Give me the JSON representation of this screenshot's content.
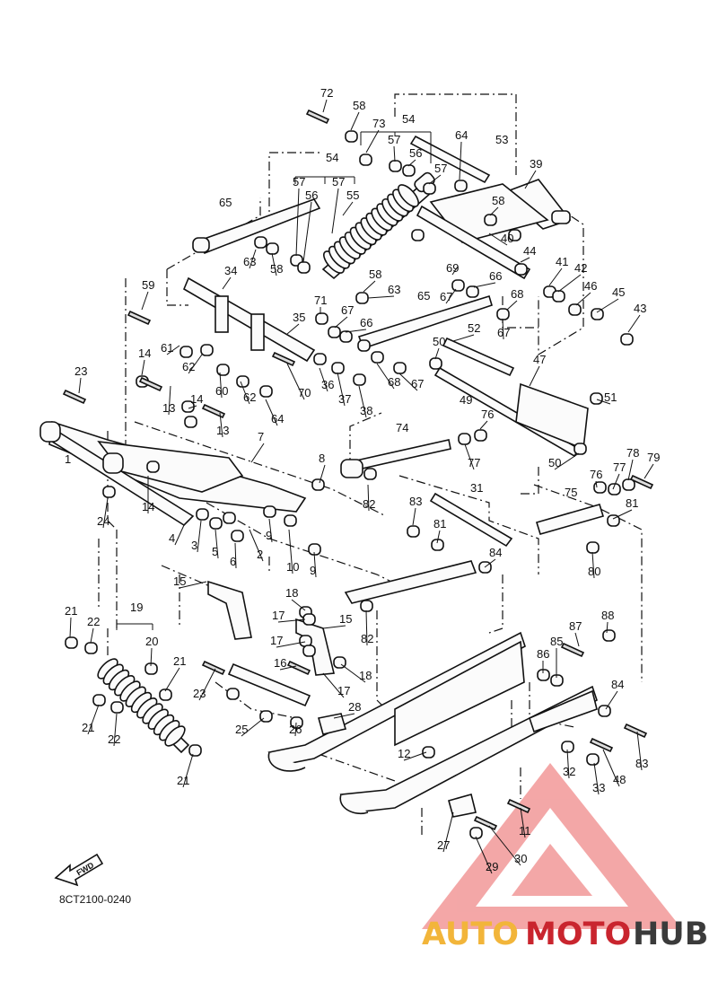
{
  "drawing_code": "8CT2100-0240",
  "fwd_label": "FWD",
  "watermark": {
    "word_a": "AUTO",
    "word_b": "MOTO",
    "word_c": "HUB",
    "colors": {
      "a": "#f2b53a",
      "b": "#c9252e",
      "c": "#3b3b3b",
      "triangle": "#f08a8a"
    }
  },
  "callouts": {
    "c1": "1",
    "c2": "2",
    "c3": "3",
    "c4": "4",
    "c5": "5",
    "c6": "6",
    "c7": "7",
    "c8": "8",
    "c9": "9",
    "c10": "10",
    "c11": "11",
    "c12": "12",
    "c13": "13",
    "c14": "14",
    "c15": "15",
    "c16": "16",
    "c17": "17",
    "c18": "18",
    "c19": "19",
    "c20": "20",
    "c21": "21",
    "c22": "22",
    "c23": "23",
    "c24": "24",
    "c25": "25",
    "c26": "26",
    "c27": "27",
    "c28": "28",
    "c29": "29",
    "c30": "30",
    "c31": "31",
    "c32": "32",
    "c33": "33",
    "c34": "34",
    "c35": "35",
    "c36": "36",
    "c37": "37",
    "c38": "38",
    "c39": "39",
    "c40": "40",
    "c41": "41",
    "c42": "42",
    "c43": "43",
    "c44": "44",
    "c45": "45",
    "c46": "46",
    "c47": "47",
    "c48": "48",
    "c49": "49",
    "c50": "50",
    "c51": "51",
    "c52": "52",
    "c53": "53",
    "c54": "54",
    "c55": "55",
    "c56": "56",
    "c57": "57",
    "c58": "58",
    "c59": "59",
    "c60": "60",
    "c61": "61",
    "c62": "62",
    "c63": "63",
    "c64": "64",
    "c65": "65",
    "c66": "66",
    "c67": "67",
    "c68": "68",
    "c69": "69",
    "c70": "70",
    "c71": "71",
    "c72": "72",
    "c73": "73",
    "c74": "74",
    "c75": "75",
    "c76": "76",
    "c77": "77",
    "c78": "78",
    "c79": "79",
    "c80": "80",
    "c81": "81",
    "c82": "82",
    "c83": "83",
    "c84": "84",
    "c85": "85",
    "c86": "86",
    "c87": "87",
    "c88": "88"
  }
}
